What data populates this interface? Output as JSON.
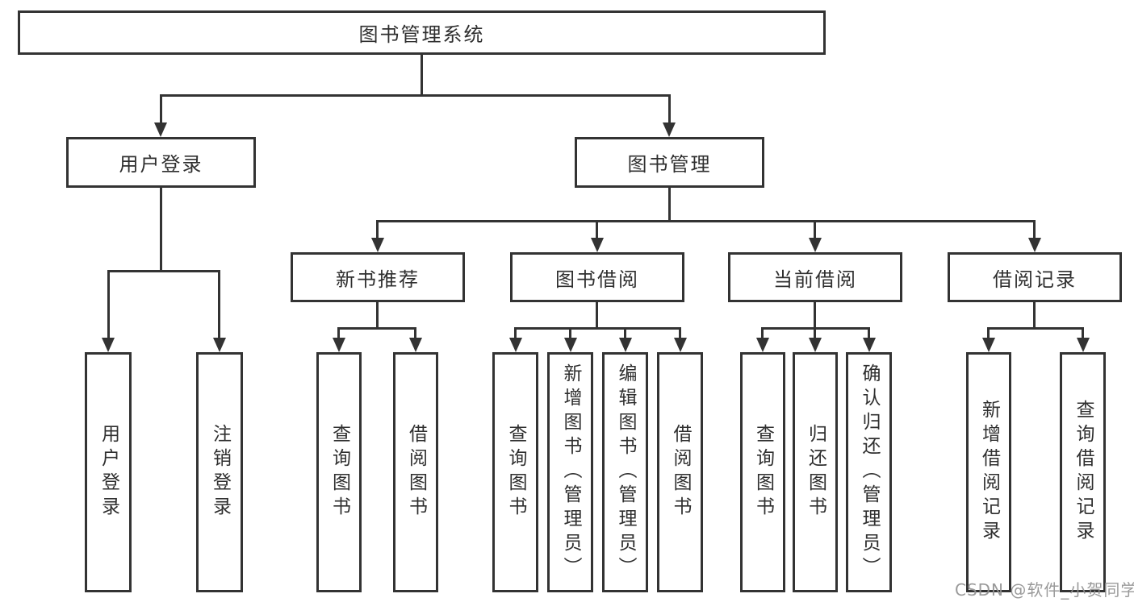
{
  "tree": {
    "root": "图书管理系统",
    "branches": [
      {
        "label": "用户登录",
        "children": [
          "用户登录",
          "注销登录"
        ]
      },
      {
        "label": "图书管理",
        "sections": [
          {
            "label": "新书推荐",
            "children": [
              "查询图书",
              "借阅图书"
            ]
          },
          {
            "label": "图书借阅",
            "children": [
              "查询图书",
              "新增图书（管理员）",
              "编辑图书（管理员）",
              "借阅图书"
            ]
          },
          {
            "label": "当前借阅",
            "children": [
              "查询图书",
              "归还图书",
              "确认归还（管理员）"
            ]
          },
          {
            "label": "借阅记录",
            "children": [
              "新增借阅记录",
              "查询借阅记录"
            ]
          }
        ]
      }
    ]
  },
  "watermark": "CSDN @软件_小贺同学",
  "colors": {
    "line": "#333333",
    "text": "#2f2f2f",
    "background": "#ffffff",
    "watermark": "#919191"
  }
}
